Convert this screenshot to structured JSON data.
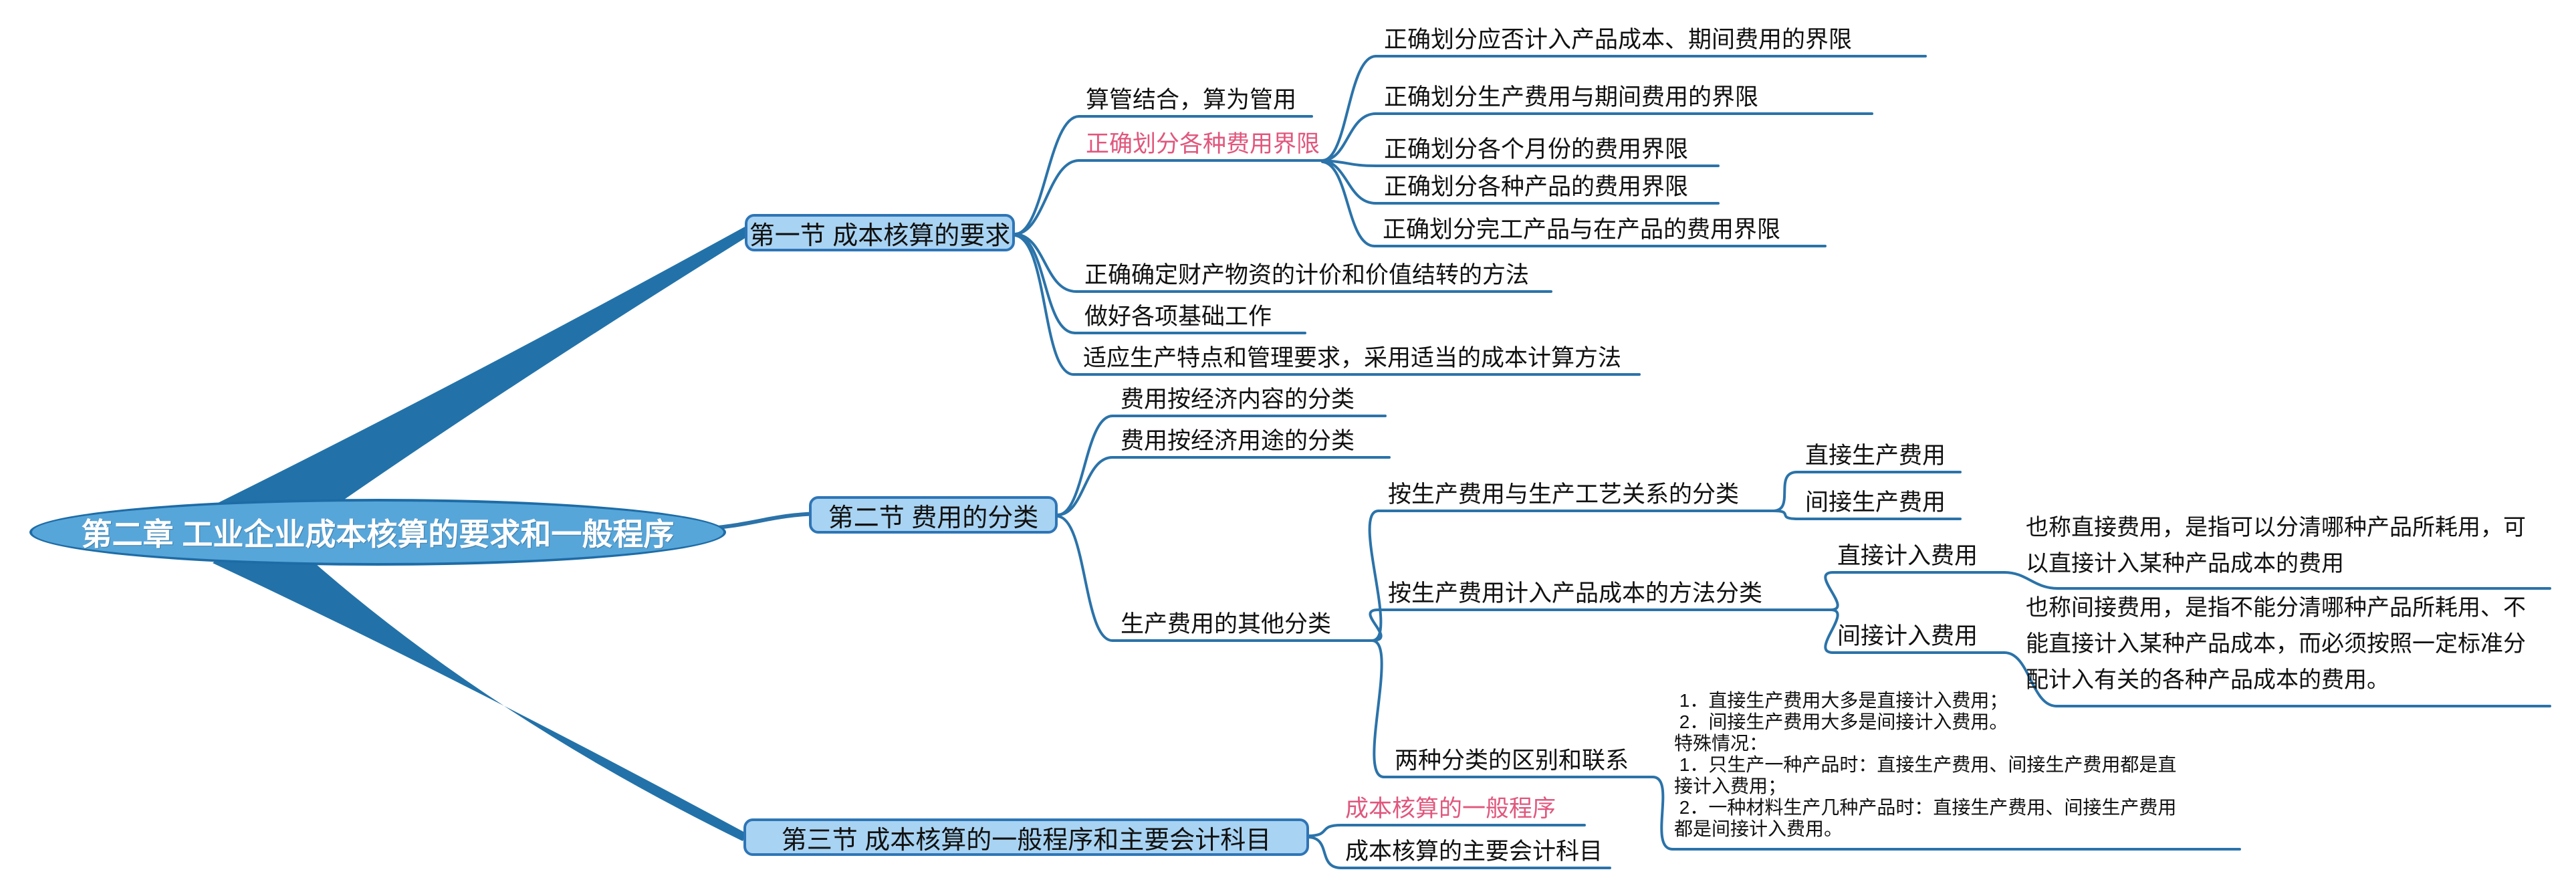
{
  "map": {
    "root": {
      "label": "第二章 工业企业成本核算的要求和一般程序"
    },
    "sections": [
      {
        "label": "第一节 成本核算的要求",
        "children": [
          {
            "label": "算管结合，算为管用"
          },
          {
            "label": "正确划分各种费用界限",
            "children": [
              {
                "label": "正确划分应否计入产品成本、期间费用的界限"
              },
              {
                "label": "正确划分生产费用与期间费用的界限"
              },
              {
                "label": "正确划分各个月份的费用界限"
              },
              {
                "label": "正确划分各种产品的费用界限"
              },
              {
                "label": "正确划分完工产品与在产品的费用界限"
              }
            ]
          },
          {
            "label": "正确确定财产物资的计价和价值结转的方法"
          },
          {
            "label": "做好各项基础工作"
          },
          {
            "label": "适应生产特点和管理要求，采用适当的成本计算方法"
          }
        ]
      },
      {
        "label": "第二节 费用的分类",
        "children": [
          {
            "label": "费用按经济内容的分类"
          },
          {
            "label": "费用按经济用途的分类"
          },
          {
            "label": "生产费用的其他分类",
            "children": [
              {
                "label": "按生产费用与生产工艺关系的分类",
                "children": [
                  {
                    "label": "直接生产费用"
                  },
                  {
                    "label": "间接生产费用"
                  }
                ]
              },
              {
                "label": "按生产费用计入产品成本的方法分类",
                "children": [
                  {
                    "label": "直接计入费用",
                    "note": "也称直接费用，是指可以分清哪种产品所耗用，可\n以直接计入某种产品成本的费用"
                  },
                  {
                    "label": "间接计入费用",
                    "note": "也称间接费用，是指不能分清哪种产品所耗用、不\n能直接计入某种产品成本，而必须按照一定标准分\n配计入有关的各种产品成本的费用。"
                  }
                ]
              },
              {
                "label": "两种分类的区别和联系",
                "note": " 1．直接生产费用大多是直接计入费用；\n 2．间接生产费用大多是间接计入费用。\n特殊情况：\n 1．只生产一种产品时：直接生产费用、间接生产费用都是直\n接计入费用；\n 2．一种材料生产几种产品时：直接生产费用、间接生产费用\n都是间接计入费用。"
              }
            ]
          }
        ]
      },
      {
        "label": "第三节 成本核算的一般程序和主要会计科目",
        "children": [
          {
            "label": "成本核算的一般程序"
          },
          {
            "label": "成本核算的主要会计科目"
          }
        ]
      }
    ],
    "colors": {
      "branch_blue": "#2272a9",
      "connector_blue": "#2b73a9",
      "root_fill": "#57a6da",
      "root_border": "#1e6ca6",
      "topic_fill": "#a8d3f2",
      "topic_border": "#2e75b6",
      "highlight_pink": "#e0577d",
      "text_black": "#111111"
    }
  }
}
